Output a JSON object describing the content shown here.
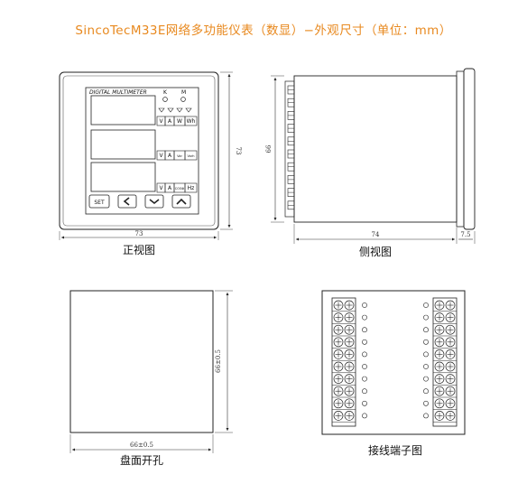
{
  "title": "SincoTecM33E网络多功能仪表（数显）−外观尺寸（单位：mm）",
  "colors": {
    "title": "#e8891f",
    "line": "#222222",
    "frame": "#555555"
  },
  "front": {
    "caption": "正视图",
    "brand": "DIGITAL MULTIMETER",
    "indicator_top_labels": [
      "K",
      "M"
    ],
    "row_labels": [
      [
        "V",
        "A",
        "W",
        "Wh"
      ],
      [
        "V",
        "A",
        "Var",
        "Varh"
      ],
      [
        "V",
        "A",
        "COSΦ",
        "Hz"
      ]
    ],
    "buttons": {
      "set": "SET",
      "left": "left-arrow-icon",
      "down": "down-arrow-icon",
      "up": "up-arrow-icon"
    },
    "width_dim": "73",
    "height_dim": "73"
  },
  "side": {
    "caption": "侧视图",
    "height_dim": "66",
    "depth_dim": "74",
    "flange_dim": "7.5"
  },
  "cutout": {
    "caption": "盘面开孔",
    "width_dim": "66±0.5",
    "height_dim": "66±0.5"
  },
  "wiring": {
    "caption": "接线端子图",
    "left_terminal_count": 10,
    "right_terminal_count": 10
  }
}
